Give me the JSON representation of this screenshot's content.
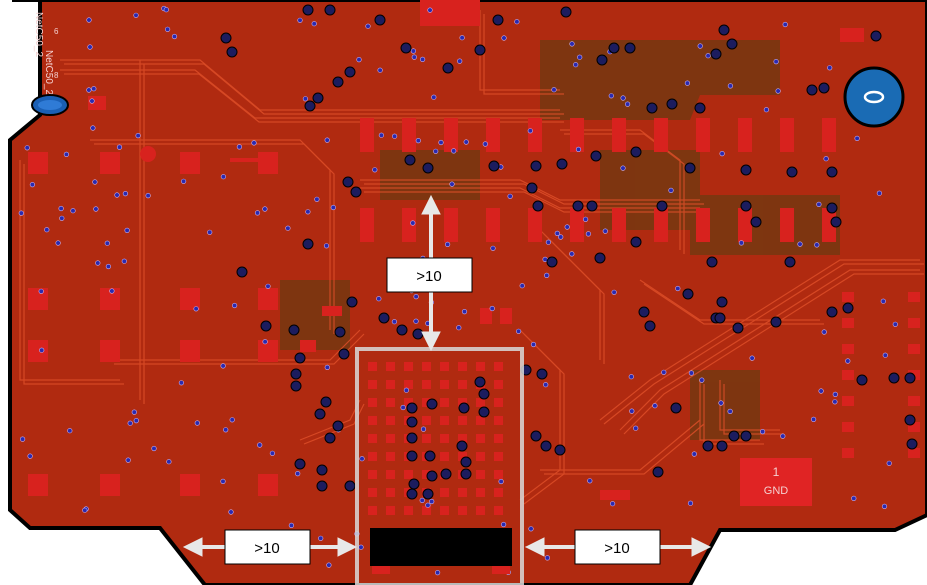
{
  "annotations": {
    "top": ">10",
    "left": ">10",
    "right": ">10"
  },
  "silkscreen": {
    "pad_number": "1",
    "pad_name": "GND",
    "vertical_top": "NetC50_2",
    "vertical_bottom": "NetC50_2",
    "small_a": "6",
    "small_b": "8"
  },
  "colors": {
    "board": "#b02a10",
    "copper": "#d8221e",
    "trace": "#c43a1a",
    "fill": "#6e3a10",
    "via": "#1a1a66",
    "marker": "#d9d9d9",
    "component": "#000000"
  },
  "icons": {
    "blue_pad_left": "oval-pad-icon",
    "blue_pad_right": "round-pad-icon"
  }
}
